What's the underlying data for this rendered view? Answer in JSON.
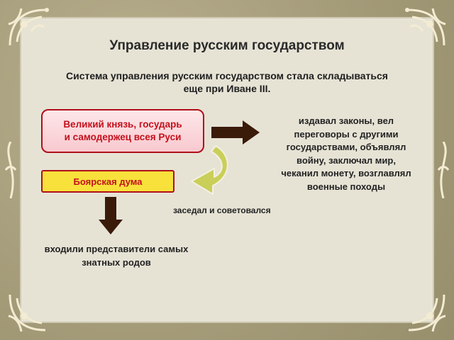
{
  "slide": {
    "title": "Управление русским государством",
    "subtitle_line1": "Система управления русским государством стала складываться",
    "subtitle_line2": "еще при Иване III."
  },
  "grand_prince": {
    "line1": "Великий князь, государь",
    "line2": "и самодержец всея Руси"
  },
  "duties": {
    "lines": [
      "издавал законы, вел",
      "переговоры с другими",
      "государствами, объявлял",
      "войну, заключал мир,",
      "чеканил монету, возглавлял",
      "военные походы"
    ]
  },
  "boyar_duma": {
    "label": "Боярская дума",
    "role": "заседал и советовался",
    "members_line1": "входили представители самых",
    "members_line2": "знатных родов"
  },
  "colors": {
    "red_box_border": "#b0101a",
    "red_text": "#c4111d",
    "yellow_fill": "#f7e13a",
    "arrow_dark": "#3a1a08",
    "curved_arrow": "#c9cf58"
  },
  "icons": [
    "right-arrow-icon",
    "curved-arrow-icon",
    "down-arrow-icon",
    "ornament-corner-icon"
  ]
}
